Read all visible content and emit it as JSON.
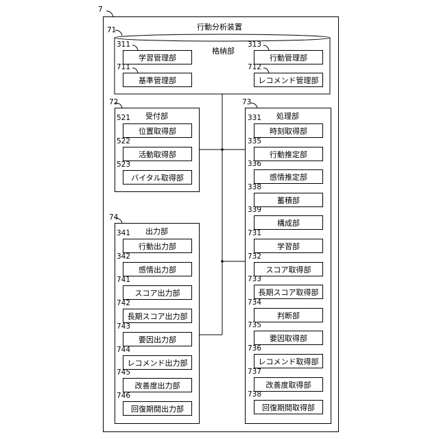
{
  "device": {
    "ref": "7",
    "title": "行動分析装置"
  },
  "storage": {
    "ref": "71",
    "title": "格納部",
    "items": [
      {
        "ref": "311",
        "label": "学習管理部"
      },
      {
        "ref": "711",
        "label": "基準管理部"
      },
      {
        "ref": "313",
        "label": "行動管理部"
      },
      {
        "ref": "712",
        "label": "レコメンド管理部"
      }
    ]
  },
  "reception": {
    "ref": "72",
    "title": "受付部",
    "items": [
      {
        "ref": "521",
        "label": "位置取得部"
      },
      {
        "ref": "522",
        "label": "活動取得部"
      },
      {
        "ref": "523",
        "label": "バイタル取得部"
      }
    ]
  },
  "processing": {
    "ref": "73",
    "title": "処理部",
    "items": [
      {
        "ref": "331",
        "label": "時刻取得部"
      },
      {
        "ref": "335",
        "label": "行動推定部"
      },
      {
        "ref": "336",
        "label": "感情推定部"
      },
      {
        "ref": "338",
        "label": "蓄積部"
      },
      {
        "ref": "339",
        "label": "構成部"
      },
      {
        "ref": "731",
        "label": "学習部"
      },
      {
        "ref": "732",
        "label": "スコア取得部"
      },
      {
        "ref": "733",
        "label": "長期スコア取得部"
      },
      {
        "ref": "734",
        "label": "判断部"
      },
      {
        "ref": "735",
        "label": "要因取得部"
      },
      {
        "ref": "736",
        "label": "レコメンド取得部"
      },
      {
        "ref": "737",
        "label": "改善度取得部"
      },
      {
        "ref": "738",
        "label": "回復期間取得部"
      }
    ]
  },
  "output": {
    "ref": "74",
    "title": "出力部",
    "items": [
      {
        "ref": "341",
        "label": "行動出力部"
      },
      {
        "ref": "342",
        "label": "感情出力部"
      },
      {
        "ref": "741",
        "label": "スコア出力部"
      },
      {
        "ref": "742",
        "label": "長期スコア出力部"
      },
      {
        "ref": "743",
        "label": "要因出力部"
      },
      {
        "ref": "744",
        "label": "レコメンド出力部"
      },
      {
        "ref": "745",
        "label": "改善度出力部"
      },
      {
        "ref": "746",
        "label": "回復期間出力部"
      }
    ]
  }
}
